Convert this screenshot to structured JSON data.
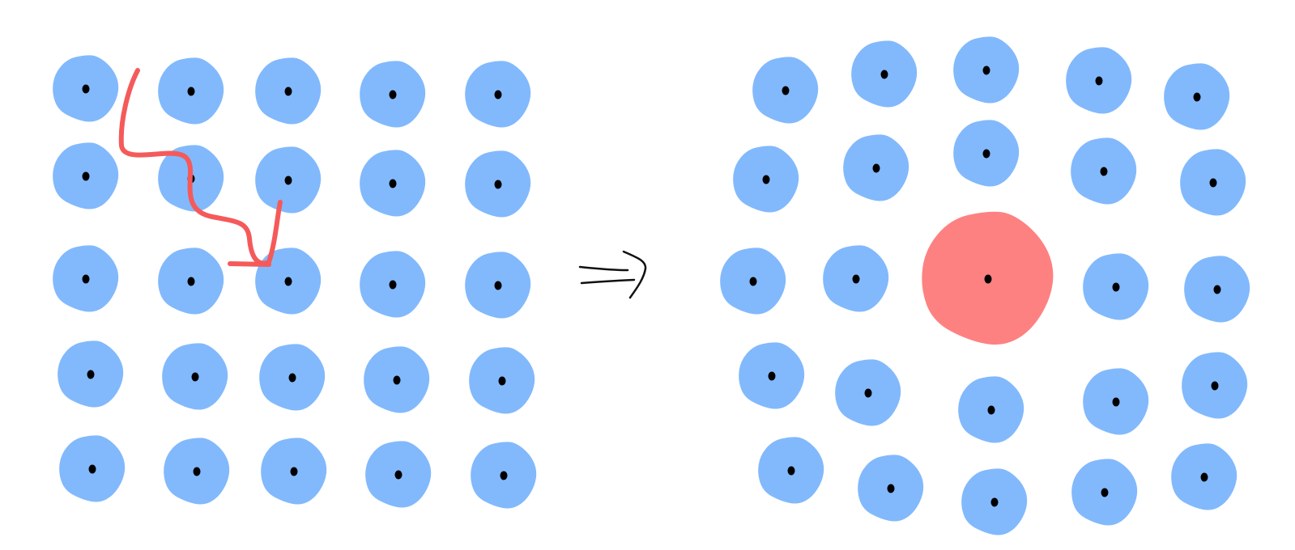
{
  "colors": {
    "background": "#ffffff",
    "cell": "#82b9fc",
    "highlighted_cell": "#fe8181",
    "path_stroke": "#f55a5a",
    "nucleus": "#000000",
    "arrow": "#111111"
  },
  "left_panel": {
    "description_icon": "cell-grid",
    "rows": 5,
    "cols": 5
  },
  "right_panel": {
    "description_icon": "cell-cluster",
    "center_cell": "enlarged-highlighted-cell"
  },
  "transition": {
    "icon": "implies-arrow-icon"
  }
}
